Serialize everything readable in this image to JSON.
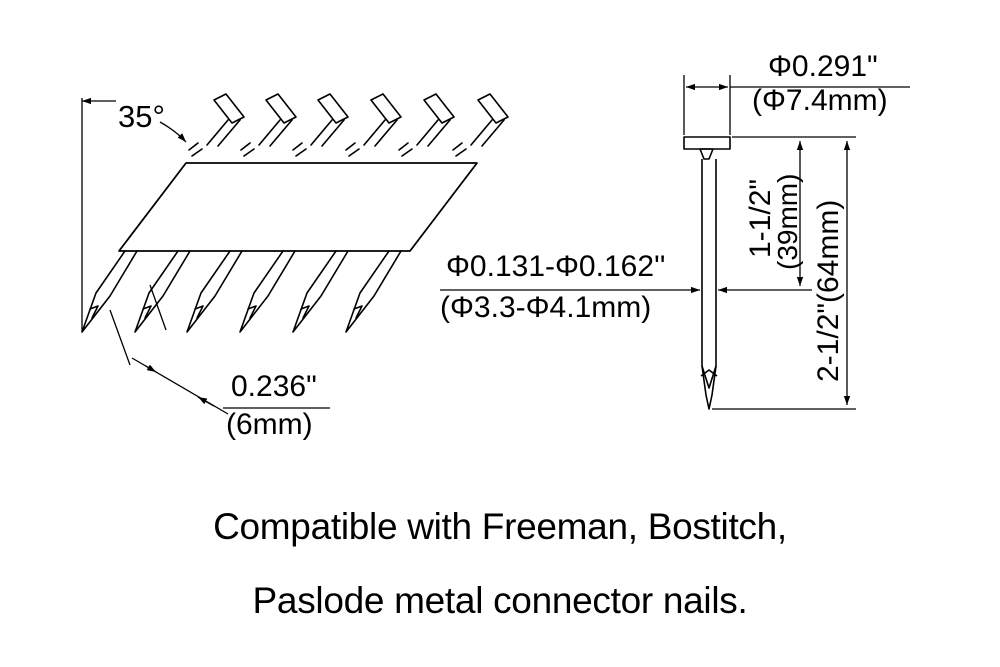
{
  "colors": {
    "ink": "#000000",
    "paper": "#ffffff"
  },
  "strip": {
    "angle_label": "35°",
    "spacing_label": "0.236\"",
    "spacing_metric": "(6mm)"
  },
  "nail": {
    "head_dia": "Φ0.291\"",
    "head_dia_metric": "(Φ7.4mm)",
    "shank_dia": "Φ0.131-Φ0.162''",
    "shank_dia_metric": "(Φ3.3-Φ4.1mm)",
    "short_length": "1-1/2\"",
    "short_length_metric": "(39mm)",
    "long_length": "2-1/2\"(64mm)"
  },
  "caption": {
    "line1": "Compatible with Freeman, Bostitch,",
    "line2": "Paslode metal connector nails."
  }
}
